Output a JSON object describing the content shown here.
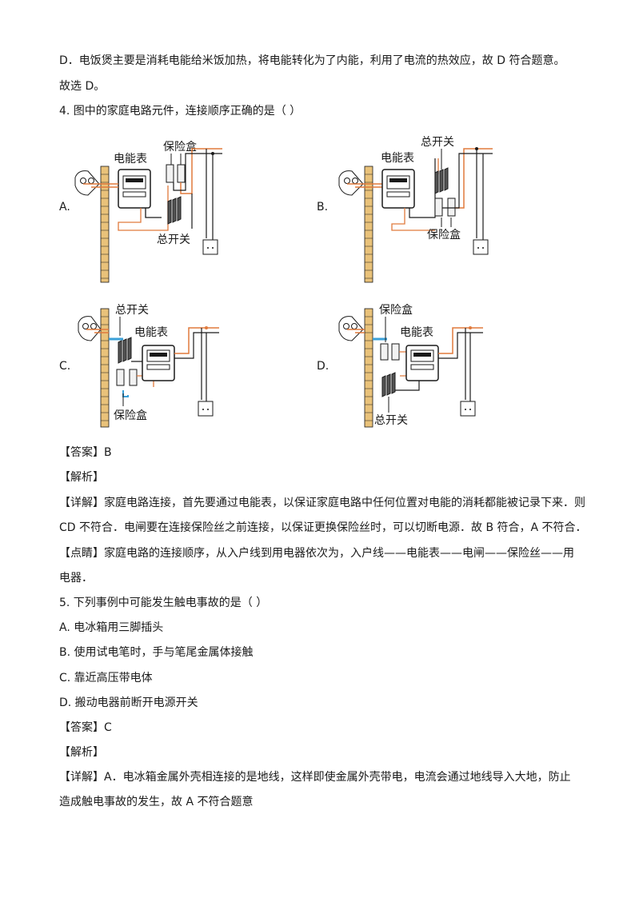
{
  "text": {
    "l1": "D．电饭煲主要是消耗电能给米饭加热，将电能转化为了内能，利用了电流的热效应，故 D 符合题意。",
    "l2": "故选 D。",
    "q4": "4. 图中的家庭电路元件，连接顺序正确的是（   ）",
    "ans4": "【答案】B",
    "jx4": "【解析】",
    "xj4a": "【详解】家庭电路连接，首先要通过电能表，以保证家庭电路中任何位置对电能的消耗都能被记录下来．则",
    "xj4b": "CD 不符合．电闸要在连接保险丝之前连接，以保证更换保险丝时，可以切断电源．故 B 符合，A 不符合．",
    "dj4a": "【点睛】家庭电路的连接顺序，从入户线到用电器依次为，入户线——电能表——电闸——保险丝——用",
    "dj4b": "电器．",
    "q5": "5. 下列事例中可能发生触电事故的是（      ）",
    "q5a": "A. 电冰箱用三脚插头",
    "q5b": "B. 使用试电笔时，手与笔尾金属体接触",
    "q5c": "C. 靠近高压带电体",
    "q5d": "D. 搬动电器前断开电源开关",
    "ans5": "【答案】C",
    "jx5": "【解析】",
    "xj5a": "【详解】A．电冰箱金属外壳相连接的是地线，这样即使金属外壳带电，电流会通过地线导入大地，防止",
    "xj5b": "造成触电事故的发生，故 A 不符合题意"
  },
  "options": {
    "a": "A.",
    "b": "B.",
    "c": "C.",
    "d": "D."
  },
  "labels": {
    "meter": "电能表",
    "fuse": "保险盒",
    "switch": "总开关"
  },
  "colors": {
    "orange_wire": "#e07a3c",
    "blue_wire": "#3aa0d8",
    "wall": "#e9c27a",
    "black": "#1a1a1a"
  }
}
